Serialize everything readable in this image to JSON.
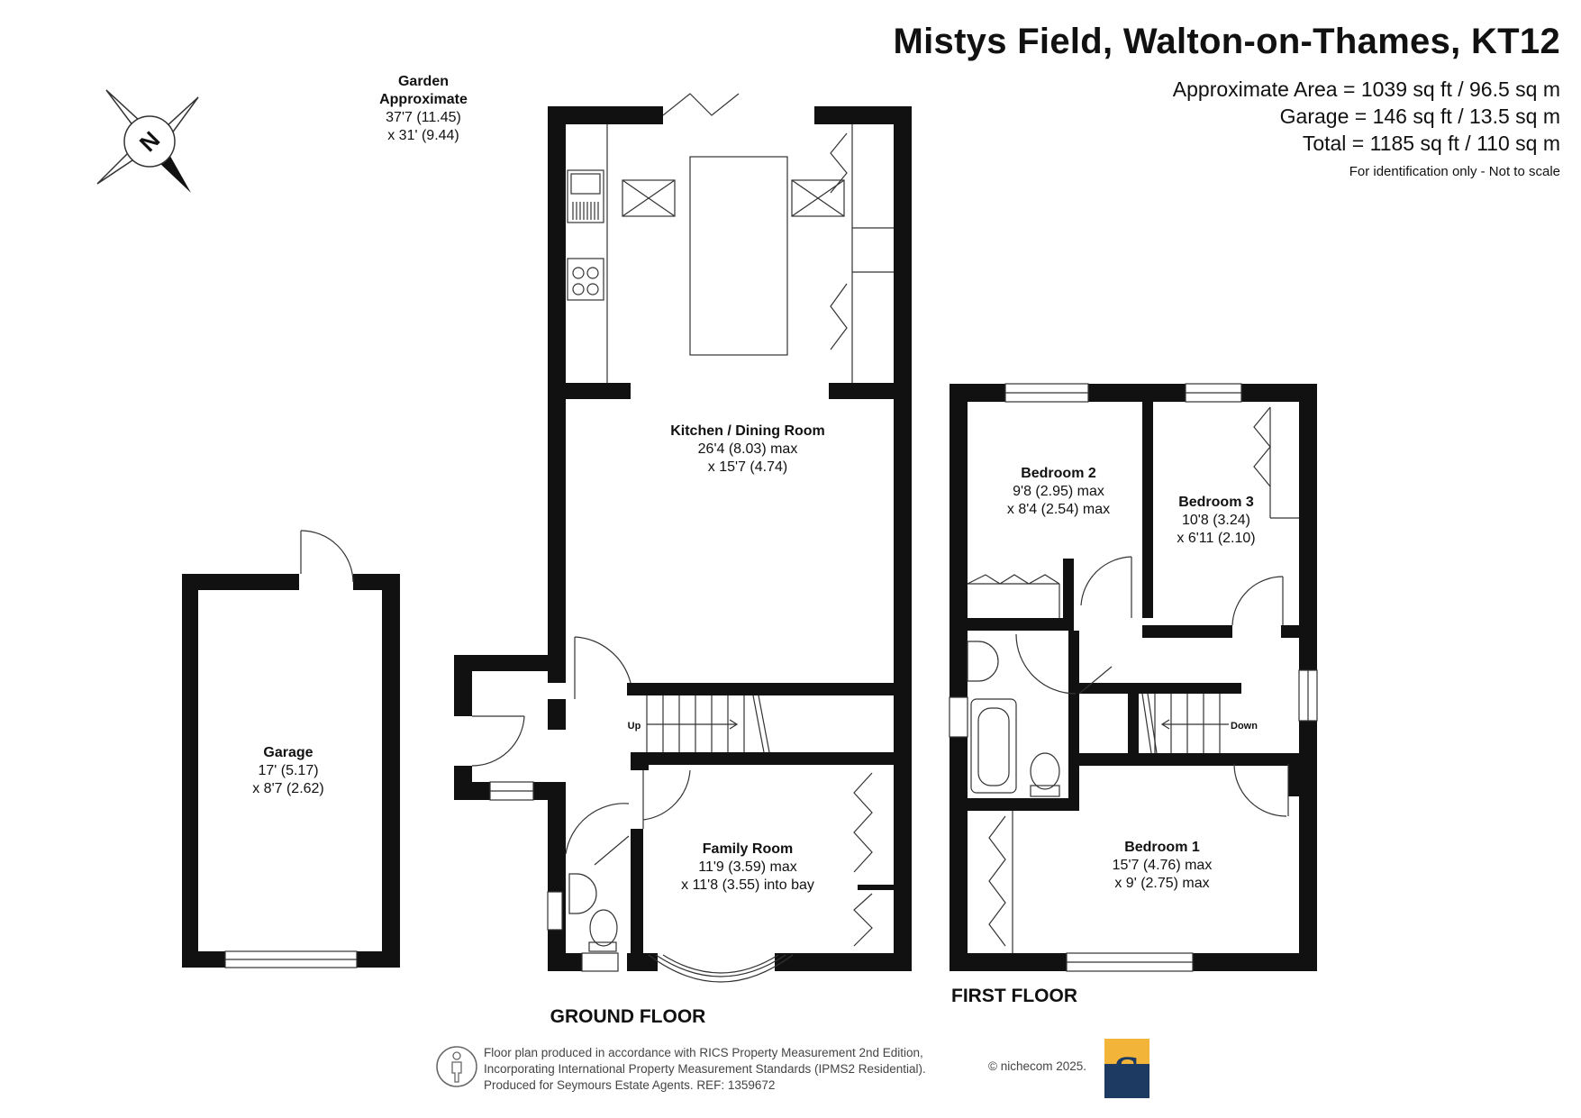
{
  "header": {
    "title": "Mistys Field, Walton-on-Thames, KT12",
    "area_line": "Approximate Area = 1039 sq ft / 96.5 sq m",
    "garage_line": "Garage = 146 sq ft / 13.5 sq m",
    "total_line": "Total = 1185 sq ft / 110 sq m",
    "note": "For identification only - Not to scale"
  },
  "compass": {
    "label": "N",
    "icon": "compass-icon"
  },
  "garden": {
    "name_1": "Garden",
    "name_2": "Approximate",
    "dim_1": "37'7 (11.45)",
    "dim_2": "x 31' (9.44)"
  },
  "ground_floor": {
    "label": "GROUND FLOOR",
    "rooms": {
      "kitchen": {
        "name": "Kitchen / Dining Room",
        "dim_1": "26'4 (8.03) max",
        "dim_2": "x 15'7 (4.74)"
      },
      "family": {
        "name": "Family Room",
        "dim_1": "11'9 (3.59) max",
        "dim_2": "x 11'8 (3.55) into bay"
      },
      "garage": {
        "name": "Garage",
        "dim_1": "17' (5.17)",
        "dim_2": "x 8'7 (2.62)"
      }
    },
    "stairs_label": "Up"
  },
  "first_floor": {
    "label": "FIRST FLOOR",
    "rooms": {
      "bedroom2": {
        "name": "Bedroom 2",
        "dim_1": "9'8 (2.95) max",
        "dim_2": "x 8'4 (2.54) max"
      },
      "bedroom3": {
        "name": "Bedroom 3",
        "dim_1": "10'8 (3.24)",
        "dim_2": "x 6'11 (2.10)"
      },
      "bedroom1": {
        "name": "Bedroom 1",
        "dim_1": "15'7 (4.76) max",
        "dim_2": "x 9' (2.75) max"
      }
    },
    "stairs_label": "Down"
  },
  "footer": {
    "line_1": "Floor plan produced in accordance with RICS Property Measurement 2nd Edition,",
    "line_2": "Incorporating International Property Measurement Standards (IPMS2 Residential).",
    "line_3": "Produced for Seymours Estate Agents.    REF: 1359672",
    "copyright": "© nichecom 2025.",
    "logo_letter": "S"
  },
  "colors": {
    "wall": "#111111",
    "logo_navy": "#1d3a63",
    "logo_gold": "#f2b53a"
  }
}
